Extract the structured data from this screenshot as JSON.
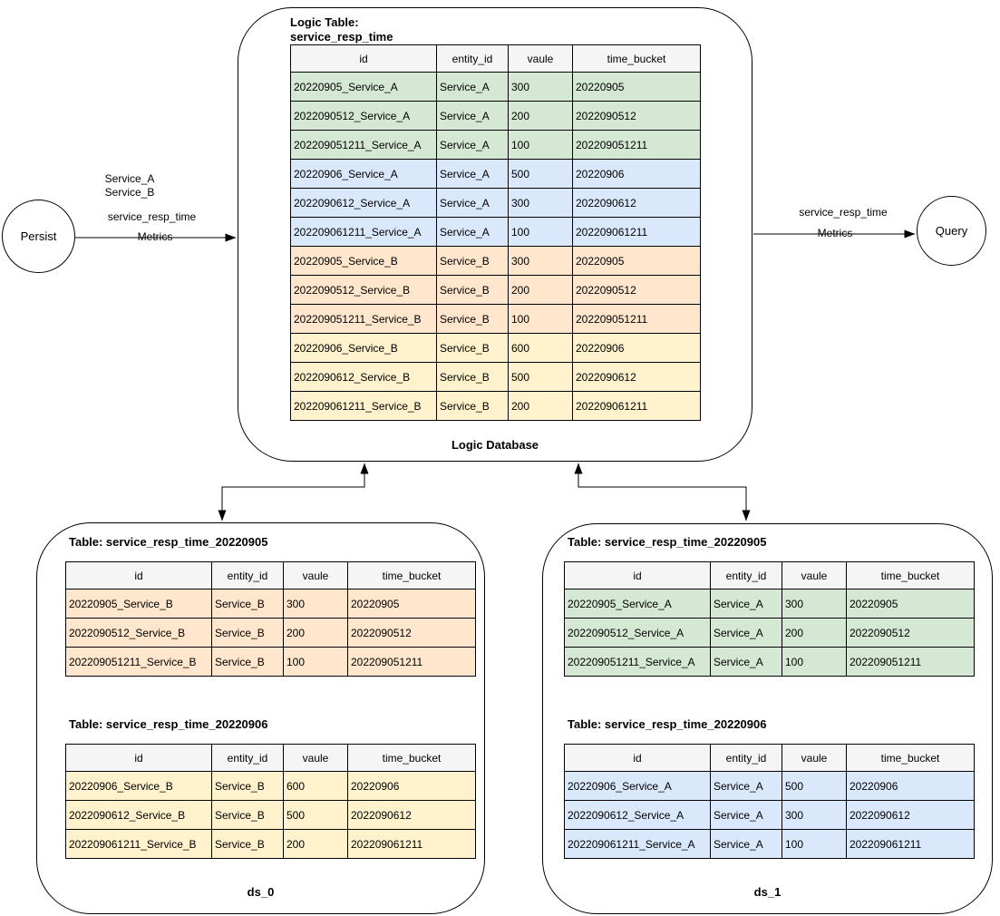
{
  "colors": {
    "green": "#d5e8d4",
    "blue": "#dae8fc",
    "orange": "#ffe6cc",
    "yellow": "#fff2cc",
    "header_bg": "#f5f5f5",
    "stroke": "#000000"
  },
  "persist": {
    "label": "Persist"
  },
  "query": {
    "label": "Query"
  },
  "persist_edge": {
    "line1": "Service_A",
    "line2": "Service_B",
    "metric_name": "service_resp_time",
    "label": "Metrics"
  },
  "query_edge": {
    "metric_name": "service_resp_time",
    "label": "Metrics"
  },
  "logic_db": {
    "title_line1": "Logic Table:",
    "title_line2": "service_resp_time",
    "footer": "Logic Database",
    "table": {
      "columns": [
        "id",
        "entity_id",
        "vaule",
        "time_bucket"
      ],
      "rows": [
        {
          "color": "green",
          "cells": [
            "20220905_Service_A",
            "Service_A",
            "300",
            "20220905"
          ]
        },
        {
          "color": "green",
          "cells": [
            "2022090512_Service_A",
            "Service_A",
            "200",
            "2022090512"
          ]
        },
        {
          "color": "green",
          "cells": [
            "202209051211_Service_A",
            "Service_A",
            "100",
            "202209051211"
          ]
        },
        {
          "color": "blue",
          "cells": [
            "20220906_Service_A",
            "Service_A",
            "500",
            "20220906"
          ]
        },
        {
          "color": "blue",
          "cells": [
            "2022090612_Service_A",
            "Service_A",
            "300",
            "2022090612"
          ]
        },
        {
          "color": "blue",
          "cells": [
            "202209061211_Service_A",
            "Service_A",
            "100",
            "202209061211"
          ]
        },
        {
          "color": "orange",
          "cells": [
            "20220905_Service_B",
            "Service_B",
            "300",
            "20220905"
          ]
        },
        {
          "color": "orange",
          "cells": [
            "2022090512_Service_B",
            "Service_B",
            "200",
            "2022090512"
          ]
        },
        {
          "color": "orange",
          "cells": [
            "202209051211_Service_B",
            "Service_B",
            "100",
            "202209051211"
          ]
        },
        {
          "color": "yellow",
          "cells": [
            "20220906_Service_B",
            "Service_B",
            "600",
            "20220906"
          ]
        },
        {
          "color": "yellow",
          "cells": [
            "2022090612_Service_B",
            "Service_B",
            "500",
            "2022090612"
          ]
        },
        {
          "color": "yellow",
          "cells": [
            "202209061211_Service_B",
            "Service_B",
            "200",
            "202209061211"
          ]
        }
      ]
    }
  },
  "ds_0": {
    "footer": "ds_0",
    "tables": [
      {
        "title": "Table: service_resp_time_20220905",
        "columns": [
          "id",
          "entity_id",
          "vaule",
          "time_bucket"
        ],
        "rows": [
          {
            "color": "orange",
            "cells": [
              "20220905_Service_B",
              "Service_B",
              "300",
              "20220905"
            ]
          },
          {
            "color": "orange",
            "cells": [
              "2022090512_Service_B",
              "Service_B",
              "200",
              "2022090512"
            ]
          },
          {
            "color": "orange",
            "cells": [
              "202209051211_Service_B",
              "Service_B",
              "100",
              "202209051211"
            ]
          }
        ]
      },
      {
        "title": "Table: service_resp_time_20220906",
        "columns": [
          "id",
          "entity_id",
          "vaule",
          "time_bucket"
        ],
        "rows": [
          {
            "color": "yellow",
            "cells": [
              "20220906_Service_B",
              "Service_B",
              "600",
              "20220906"
            ]
          },
          {
            "color": "yellow",
            "cells": [
              "2022090612_Service_B",
              "Service_B",
              "500",
              "2022090612"
            ]
          },
          {
            "color": "yellow",
            "cells": [
              "202209061211_Service_B",
              "Service_B",
              "200",
              "202209061211"
            ]
          }
        ]
      }
    ]
  },
  "ds_1": {
    "footer": "ds_1",
    "tables": [
      {
        "title": "Table: service_resp_time_20220905",
        "columns": [
          "id",
          "entity_id",
          "vaule",
          "time_bucket"
        ],
        "rows": [
          {
            "color": "green",
            "cells": [
              "20220905_Service_A",
              "Service_A",
              "300",
              "20220905"
            ]
          },
          {
            "color": "green",
            "cells": [
              "2022090512_Service_A",
              "Service_A",
              "200",
              "2022090512"
            ]
          },
          {
            "color": "green",
            "cells": [
              "202209051211_Service_A",
              "Service_A",
              "100",
              "202209051211"
            ]
          }
        ]
      },
      {
        "title": "Table: service_resp_time_20220906",
        "columns": [
          "id",
          "entity_id",
          "vaule",
          "time_bucket"
        ],
        "rows": [
          {
            "color": "blue",
            "cells": [
              "20220906_Service_A",
              "Service_A",
              "500",
              "20220906"
            ]
          },
          {
            "color": "blue",
            "cells": [
              "2022090612_Service_A",
              "Service_A",
              "300",
              "2022090612"
            ]
          },
          {
            "color": "blue",
            "cells": [
              "202209061211_Service_A",
              "Service_A",
              "100",
              "202209061211"
            ]
          }
        ]
      }
    ]
  }
}
